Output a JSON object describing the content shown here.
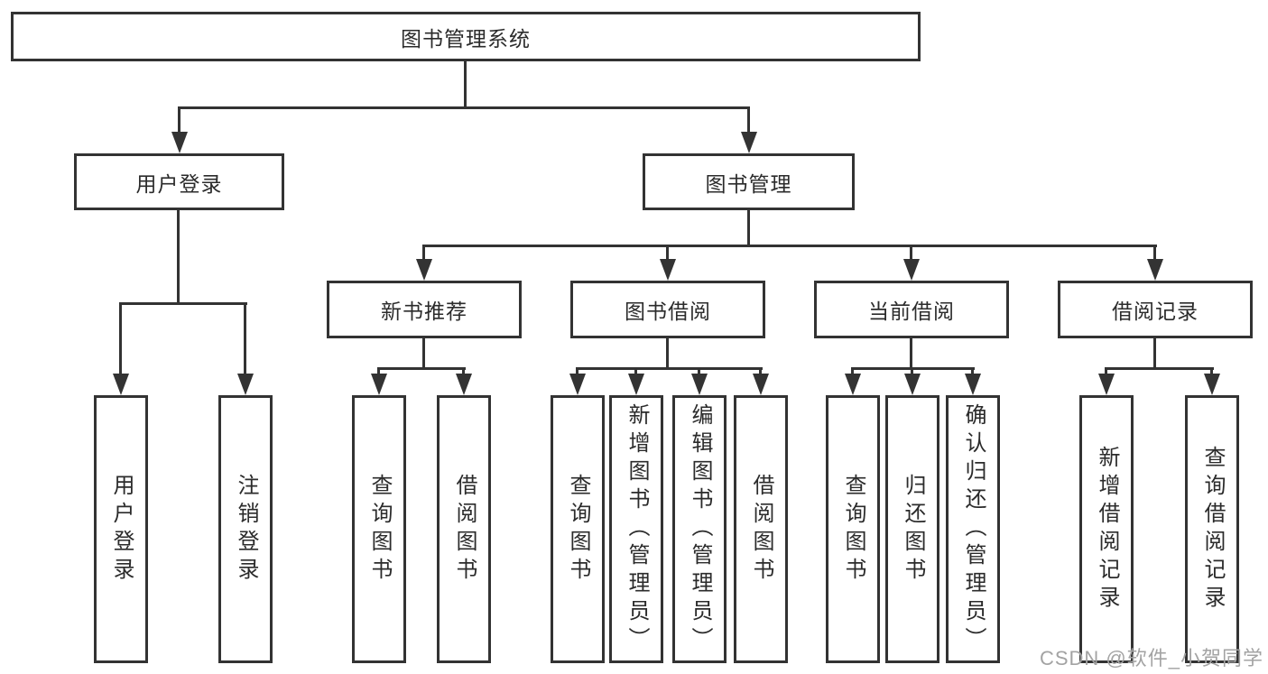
{
  "diagram": {
    "root": {
      "label": "图书管理系统"
    },
    "branches": [
      {
        "label": "用户登录",
        "children": [
          {
            "label": "用户登录"
          },
          {
            "label": "注销登录"
          }
        ]
      },
      {
        "label": "图书管理",
        "children": [
          {
            "label": "新书推荐",
            "children": [
              {
                "label": "查询图书"
              },
              {
                "label": "借阅图书"
              }
            ]
          },
          {
            "label": "图书借阅",
            "children": [
              {
                "label": "查询图书"
              },
              {
                "label": "新增图书（管理员）"
              },
              {
                "label": "编辑图书（管理员）"
              },
              {
                "label": "借阅图书"
              }
            ]
          },
          {
            "label": "当前借阅",
            "children": [
              {
                "label": "查询图书"
              },
              {
                "label": "归还图书"
              },
              {
                "label": "确认归还（管理员）"
              }
            ]
          },
          {
            "label": "借阅记录",
            "children": [
              {
                "label": "新增借阅记录"
              },
              {
                "label": "查询借阅记录"
              }
            ]
          }
        ]
      }
    ]
  },
  "watermark": {
    "text": "CSDN @软件_小贺同学"
  },
  "colors": {
    "line": "#333333",
    "text": "#2b2b2b",
    "background": "#ffffff",
    "watermark": "#a3a3a3"
  }
}
